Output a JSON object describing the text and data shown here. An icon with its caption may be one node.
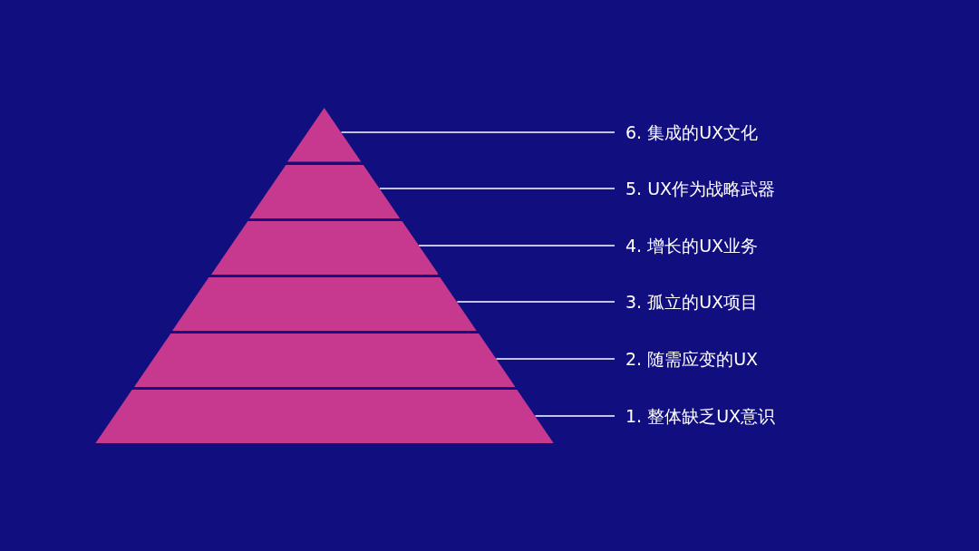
{
  "diagram": {
    "nodes": [
      {
        "text": [],
        "shape": "triangle"
      },
      {
        "text": [],
        "shape": "trapezoid"
      },
      {
        "text": [],
        "shape": "trapezoid"
      },
      {
        "text": [],
        "shape": "trapezoid"
      },
      {
        "text": [],
        "shape": "trapezoid"
      },
      {
        "text": [],
        "shape": "trapezoid"
      },
      {
        "text": [
          "6. 集成的UX文化"
        ]
      },
      {
        "text": [
          "5. UX作为战略武器"
        ]
      },
      {
        "text": [
          "4. 增长的UX业务"
        ]
      },
      {
        "text": [
          "3. 孤立的UX项目"
        ]
      },
      {
        "text": [
          "2. 随需应变的UX"
        ]
      },
      {
        "text": [
          "1. 整体缺乏UX意识"
        ]
      }
    ],
    "edges": [
      {
        "from": 6,
        "to": 0,
        "arrow": "none"
      },
      {
        "from": 7,
        "to": 1,
        "arrow": "none"
      },
      {
        "from": 8,
        "to": 2,
        "arrow": "none"
      },
      {
        "from": 9,
        "to": 3,
        "arrow": "none"
      },
      {
        "from": 10,
        "to": 4,
        "arrow": "none"
      },
      {
        "from": 11,
        "to": 5,
        "arrow": "none"
      }
    ]
  }
}
